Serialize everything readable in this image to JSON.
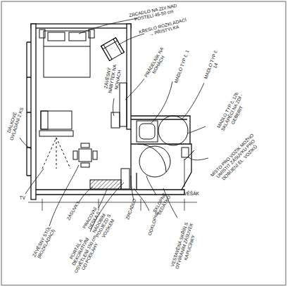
{
  "diagram": {
    "labels": [
      "ZRCADLO NA ZDI NAD POSTELÍ 45-50 cm",
      "KŘESLO ROZKLÁDACÍ → PŘISTÝLKA",
      "PRÁDELNÍK NA NOHÁCH",
      "ZÁVĚSNÝ NÁBYTEK NA NOHÁCH",
      "MADLO TYP č. 1",
      "MADLO TYP č. 14",
      "MADLO TYP č. 12b SKLÁPĚCÍ NA ZDI - GEBERIT",
      "MÍSTO PRO VOZÍK MOŽNO UMÍSTIT ZÁSUVKU PRO DOBÍJENÍ EL. VOZÍKŮ",
      "DÁLKOVÉ OVLÁDÁNÍ 2 KS",
      "TV",
      "ZÁVĚSNÝ STŮL (ROZKLÁDACÍ)",
      "ZÁSUVKY",
      "PRACOVNÍ DESKA S NÁDOBÍM PODJEZD S VOZÍKEM",
      "PORTÁL A DEKORATIVNÍ OSVĚTLENÍ 150 cm OD PODLAHY",
      "ODKLOPNÉ",
      "SKLOPNÉ SEDÁTKO",
      "VĚŠÁK",
      "ZRCADLO",
      "VESTAVĚNÁ SKŘÍŇ S OTVÍRÁNÍM ZÁSUVEK KAPUCÍNKY"
    ]
  }
}
